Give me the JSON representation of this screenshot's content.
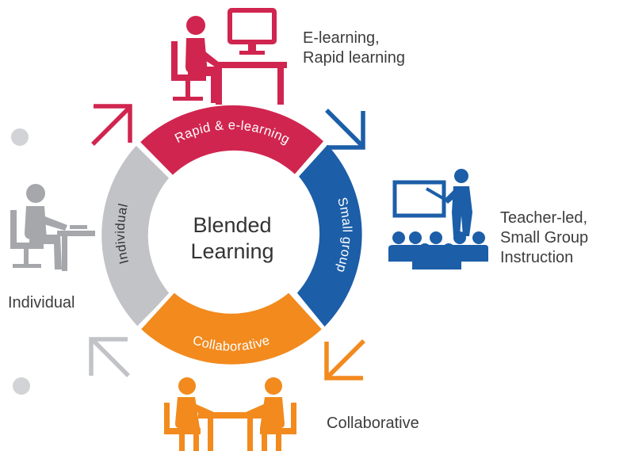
{
  "diagram": {
    "center_title": [
      "Blended",
      "Learning"
    ],
    "ring_segments": [
      {
        "label": "Rapid & e-learning",
        "color": "#d0254f"
      },
      {
        "label": "Small group",
        "color": "#1c5ea8"
      },
      {
        "label": "Collaborative",
        "color": "#f28a1e"
      },
      {
        "label": "Individual",
        "color": "#c2c3c7"
      }
    ],
    "outer_labels": {
      "elearning": [
        "E-learning,",
        "Rapid learning"
      ],
      "teacher_led": [
        "Teacher-led,",
        "Small Group",
        "Instruction"
      ],
      "collaborative": [
        "Collaborative"
      ],
      "individual": [
        "Individual"
      ]
    },
    "colors": {
      "red": "#d0254f",
      "blue": "#1c5ea8",
      "orange": "#f28a1e",
      "gray": "#c2c3c7",
      "gray_dark": "#a6a7ab",
      "text": "#3d3d3d"
    },
    "icons": [
      "desk-computer-user-icon",
      "presenter-whiteboard-audience-icon",
      "two-people-table-icon",
      "person-desk-icon"
    ]
  }
}
